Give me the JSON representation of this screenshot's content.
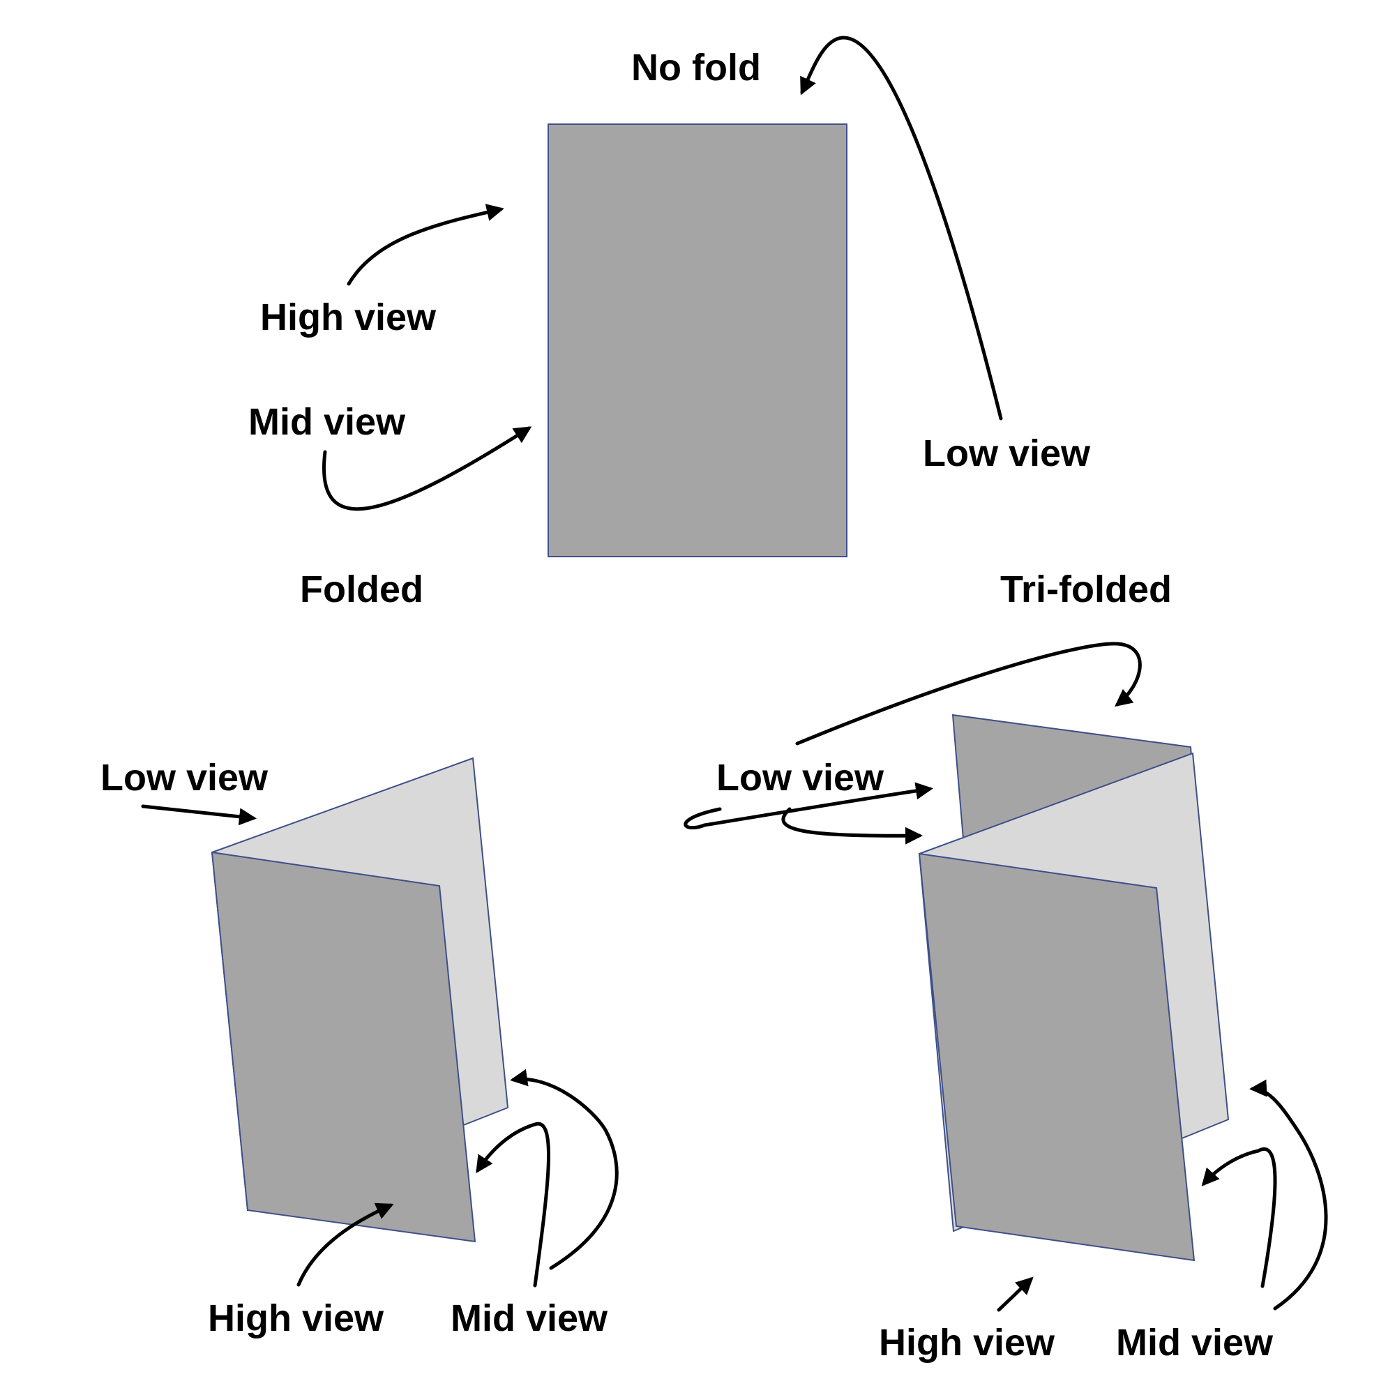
{
  "colors": {
    "panel_dark": "#a5a5a5",
    "panel_light": "#d9d9d9",
    "panel_edge": "#3e4f8a",
    "arrow": "#000000"
  },
  "sections": {
    "no_fold": {
      "title": "No fold",
      "high_view": "High view",
      "mid_view": "Mid view",
      "low_view": "Low view"
    },
    "folded": {
      "title": "Folded",
      "low_view": "Low view",
      "high_view": "High view",
      "mid_view": "Mid view"
    },
    "tri_folded": {
      "title": "Tri-folded",
      "low_view": "Low view",
      "high_view": "High view",
      "mid_view": "Mid view"
    }
  }
}
